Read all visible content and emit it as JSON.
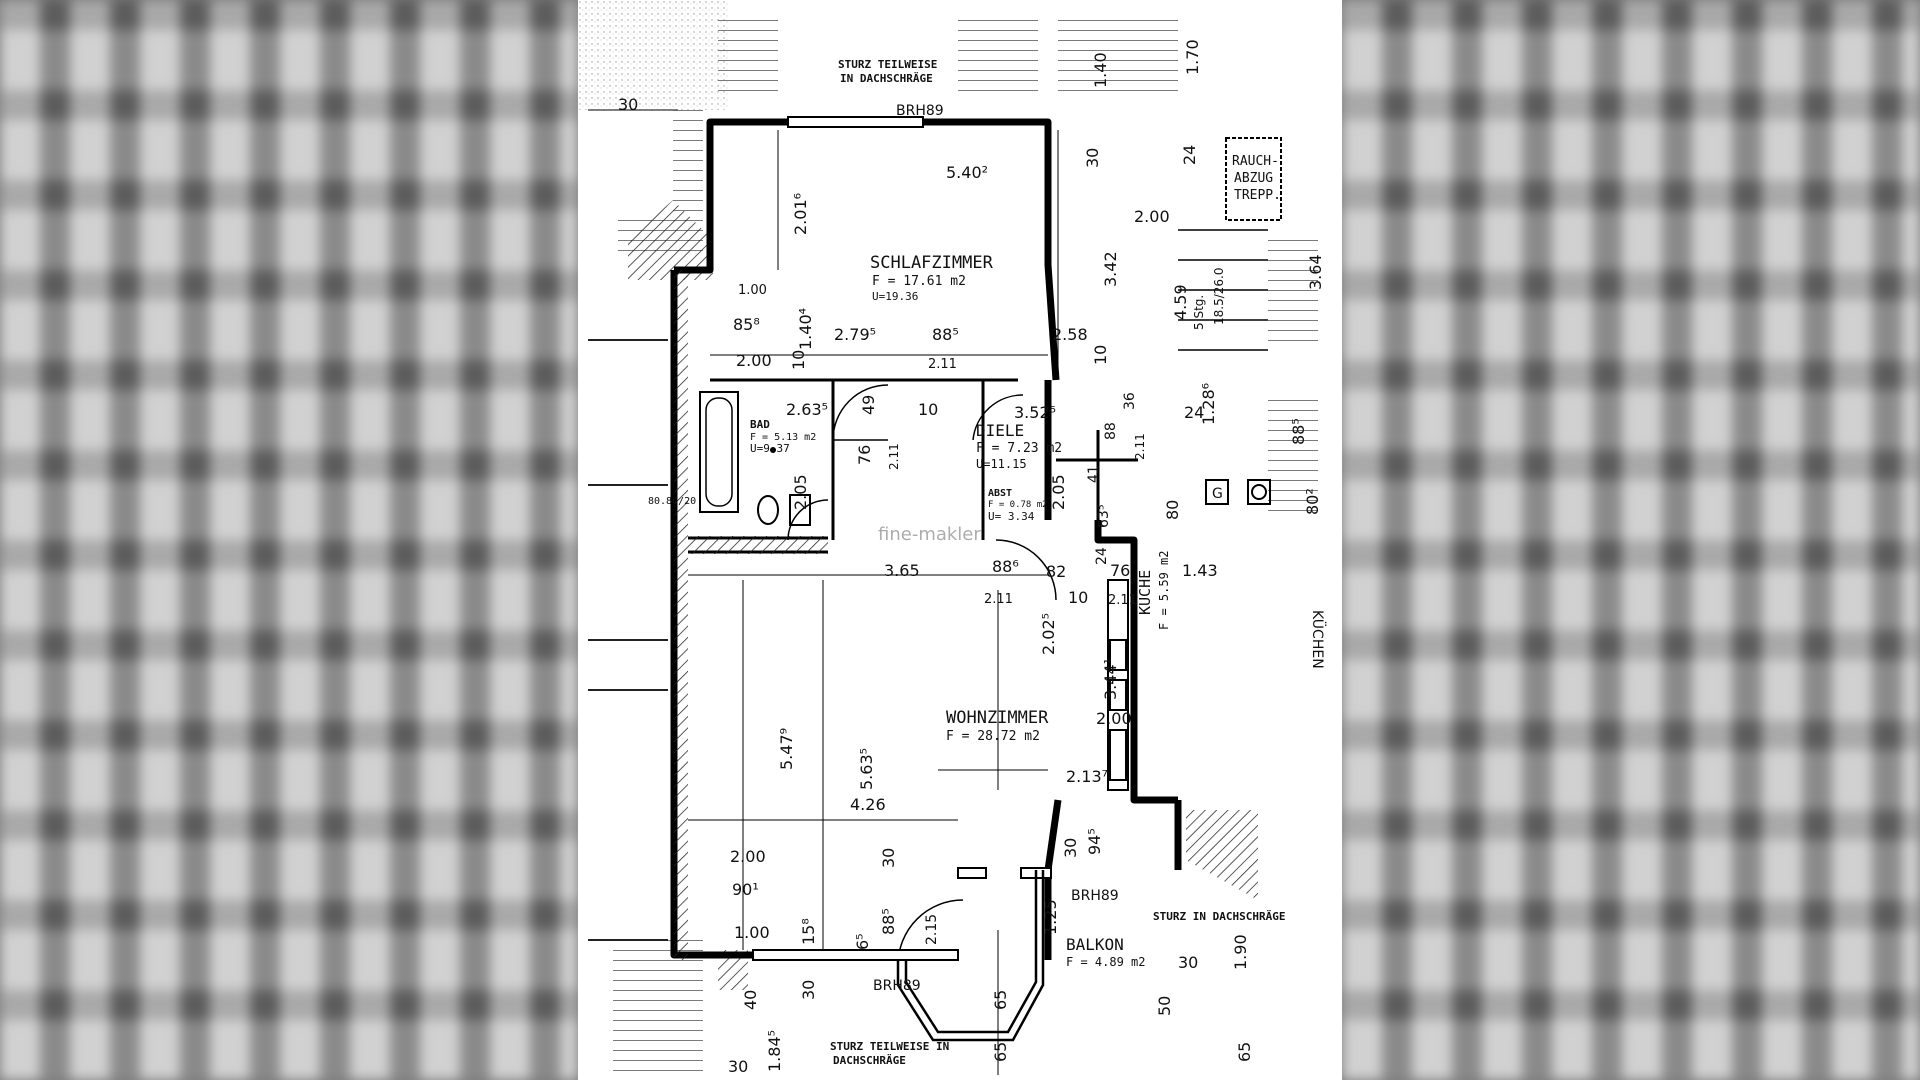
{
  "rooms": {
    "schlafzimmer": {
      "name": "SCHLAFZIMMER",
      "area": "F = 17.61 m2",
      "perimeter": "U=19.36"
    },
    "bad": {
      "name": "BAD",
      "area": "F = 5.13 m2",
      "perimeter": "U=9.37"
    },
    "diele": {
      "name": "DIELE",
      "area": "F =  7.23 m2",
      "perimeter": "U=11.15"
    },
    "abst": {
      "name": "ABST",
      "area": "F = 0.78 m2",
      "perimeter": "U= 3.34"
    },
    "wohnzimmer": {
      "name": "WOHNZIMMER",
      "area": "F = 28.72 m2"
    },
    "kueche": {
      "name": "KÜCHE",
      "area": "F = 5.59 m2"
    },
    "balkon": {
      "name": "BALKON",
      "area": "F = 4.89 m2"
    }
  },
  "notes": {
    "sturz_top": [
      "STURZ TEILWEISE",
      "IN DACHSCHRÄGE"
    ],
    "sturz_bottom": [
      "STURZ TEILWEISE IN",
      "DACHSCHRÄGE"
    ],
    "sturz_right": "STURZ IN DACHSCHRÄGE",
    "rauchabzug": [
      "RAUCH-",
      "ABZUG",
      "TREPP."
    ],
    "brh_top": "BRH89",
    "brh_balcony": "BRH89",
    "brh_bottom": "BRH89",
    "watermark": "fine-makler"
  },
  "dimensions": {
    "d_30_top": "30",
    "d_140": "1.40",
    "d_170": "1.70",
    "d_540": "5.40²",
    "d_30_a": "30",
    "d_24": "24",
    "d_201": "2.01⁶",
    "d_200_a": "2.00",
    "d_342": "3.42",
    "d_100_a": "1.00",
    "d_85": "85⁸",
    "d_140b": "1.40⁴",
    "d_279": "2.79⁵",
    "d_885": "88⁵",
    "d_258": "2.58",
    "d_200_b": "2.00",
    "d_10_a": "10",
    "d_211_a": "2.11",
    "d_10_b": "10",
    "d_459": "4.59",
    "d_5stg": "5 Stg.",
    "d_185": "18.5/26.0",
    "d_364": "3.64",
    "d_2635": "2.63⁵",
    "d_49": "49",
    "d_10_c": "10",
    "d_352": "3.52⁵",
    "d_36": "36",
    "d_24b": "24",
    "d_128": "1.28⁶",
    "d_885b": "88⁵",
    "d_76": "76",
    "d_211_b": "2.11",
    "d_205": "2.05",
    "d_41": "41",
    "d_88": "88",
    "d_211_c": "2.11",
    "d_005": "2.05",
    "d_635": "63⁵",
    "d_80": "80",
    "d_802": "80²",
    "d_365": "3.65",
    "d_886": "88⁶",
    "d_82": "82",
    "d_24c": "24",
    "d_76b": "76",
    "d_143": "1.43",
    "d_211_d": "2.11",
    "d_10_d": "10",
    "d_211_e": "2.11",
    "d_2025": "2.02⁵",
    "d_3441": "3.44¹",
    "d_5479": "5.47⁹",
    "d_5635": "5.63⁵",
    "d_2137": "2.13⁷",
    "d_426": "4.26",
    "d_200_c": "2.00",
    "d_901": "90¹",
    "d_30_b": "30",
    "d_30_c": "30",
    "d_945": "94⁵",
    "d_100_b": "1.00",
    "d_158": "15⁸",
    "d_885c": "88⁵",
    "d_65": "6⁵",
    "d_215": "2.15",
    "d_125": "1.25",
    "d_190": "1.90",
    "d_30_d": "30",
    "d_65b": "65",
    "d_40": "40",
    "d_1845": "1.84⁵",
    "d_30_e": "30",
    "d_50": "50",
    "d_65c": "65",
    "d_65d": "65",
    "d_30_f": "30",
    "d_200_d": "2.00"
  },
  "fixtures": {
    "stove": "G",
    "tub_size": "80.80/20",
    "kitchen_neighbor": "KÜCHEN"
  }
}
